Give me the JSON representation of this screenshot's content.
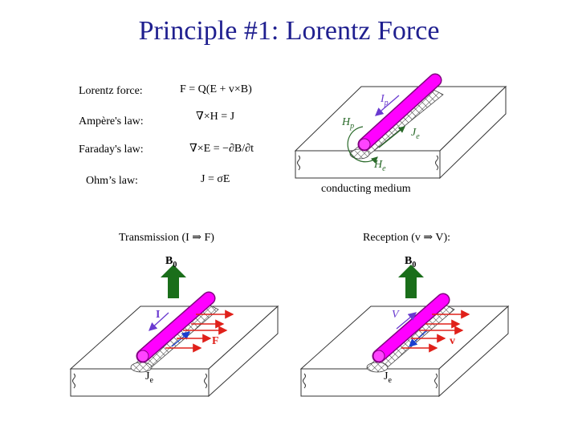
{
  "title": "Principle #1:  Lorentz Force",
  "laws": [
    {
      "label": "Lorentz force:",
      "equation": "F = Q(E + v×B)"
    },
    {
      "label": "Ampère's law:",
      "equation": "∇×H = J"
    },
    {
      "label": "Faraday's law:",
      "equation": "∇×E = −∂B/∂t"
    },
    {
      "label": "Ohm’s law:",
      "equation": "J = σE"
    }
  ],
  "top_diagram": {
    "current_label": "I",
    "current_sub": "p",
    "field_label": "H",
    "field_sub": "p",
    "induced_current_label": "J",
    "induced_current_sub": "e",
    "induced_field_label": "H",
    "induced_field_sub": "e",
    "medium_label": "conducting medium"
  },
  "transmission": {
    "heading": "Transmission  (I  ⇒  F)",
    "field_label": "B",
    "field_sub": "0",
    "current_label": "I",
    "force_label": "F",
    "induced_label": "J",
    "induced_sub": "e"
  },
  "reception": {
    "heading": "Reception  (v  ⇒  V):",
    "field_label": "B",
    "field_sub": "0",
    "voltage_label": "V",
    "velocity_label": "v",
    "induced_label": "J",
    "induced_sub": "e"
  },
  "colors": {
    "title": "#1f1f8f",
    "wire": "#ff00ff",
    "arrow": "#e0201a",
    "field_arrow": "#1a6e1a",
    "current_arrow": "#1a3fd0"
  }
}
